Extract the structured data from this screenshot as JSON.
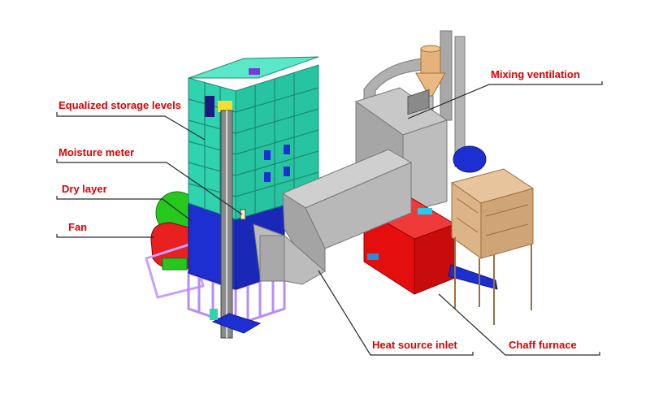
{
  "labels": {
    "equalized_storage": "Equalized storage levels",
    "moisture_meter": "Moisture meter",
    "dry_layer": "Dry layer",
    "fan": "Fan",
    "mixing_ventilation": "Mixing ventilation",
    "heat_source_inlet": "Heat source inlet",
    "chaff_furnace": "Chaff furnace"
  },
  "colors": {
    "label_text": "#e00000",
    "leader_line": "#2a2a2a",
    "tower_cyan": "#2fd3b0",
    "tower_blue": "#1d2fd0",
    "duct_gray": "#b8b8b8",
    "frame_lavender": "#c8a0ff",
    "fan_red": "#e82020",
    "fan_green": "#26c81e",
    "furnace_red": "#e40e0e",
    "hopper_tan": "#dbb488",
    "cyclone_tan": "#e6b27c"
  }
}
